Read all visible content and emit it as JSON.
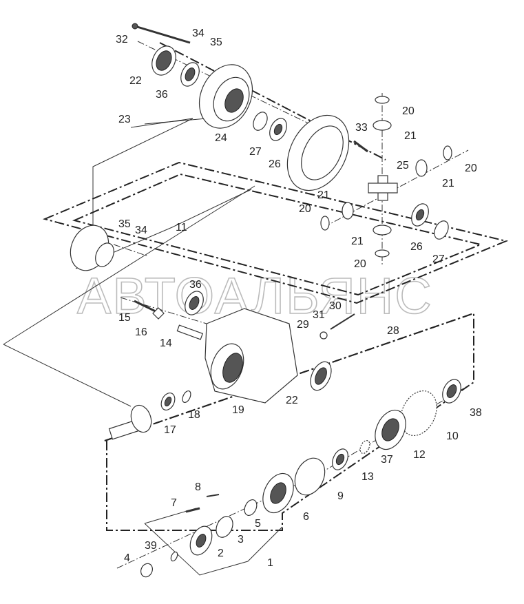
{
  "diagram": {
    "watermark": "АВТОАЛЬЯНС",
    "callouts": [
      {
        "id": "c1",
        "text": "1"
      },
      {
        "id": "c2",
        "text": "2"
      },
      {
        "id": "c3",
        "text": "3"
      },
      {
        "id": "c4",
        "text": "4"
      },
      {
        "id": "c5",
        "text": "5"
      },
      {
        "id": "c6",
        "text": "6"
      },
      {
        "id": "c7",
        "text": "7"
      },
      {
        "id": "c8",
        "text": "8"
      },
      {
        "id": "c9",
        "text": "9"
      },
      {
        "id": "c10",
        "text": "10"
      },
      {
        "id": "c11",
        "text": "11"
      },
      {
        "id": "c12",
        "text": "12"
      },
      {
        "id": "c13",
        "text": "13"
      },
      {
        "id": "c14",
        "text": "14"
      },
      {
        "id": "c15",
        "text": "15"
      },
      {
        "id": "c16",
        "text": "16"
      },
      {
        "id": "c17",
        "text": "17"
      },
      {
        "id": "c18",
        "text": "18"
      },
      {
        "id": "c19",
        "text": "19"
      },
      {
        "id": "c20a",
        "text": "20"
      },
      {
        "id": "c20b",
        "text": "20"
      },
      {
        "id": "c20c",
        "text": "20"
      },
      {
        "id": "c20d",
        "text": "20"
      },
      {
        "id": "c21a",
        "text": "21"
      },
      {
        "id": "c21b",
        "text": "21"
      },
      {
        "id": "c21c",
        "text": "21"
      },
      {
        "id": "c21d",
        "text": "21"
      },
      {
        "id": "c22a",
        "text": "22"
      },
      {
        "id": "c22b",
        "text": "22"
      },
      {
        "id": "c23",
        "text": "23"
      },
      {
        "id": "c24",
        "text": "24"
      },
      {
        "id": "c25",
        "text": "25"
      },
      {
        "id": "c26a",
        "text": "26"
      },
      {
        "id": "c26b",
        "text": "26"
      },
      {
        "id": "c27a",
        "text": "27"
      },
      {
        "id": "c27b",
        "text": "27"
      },
      {
        "id": "c28",
        "text": "28"
      },
      {
        "id": "c29",
        "text": "29"
      },
      {
        "id": "c30",
        "text": "30"
      },
      {
        "id": "c31",
        "text": "31"
      },
      {
        "id": "c32",
        "text": "32"
      },
      {
        "id": "c33",
        "text": "33"
      },
      {
        "id": "c34a",
        "text": "34"
      },
      {
        "id": "c34b",
        "text": "34"
      },
      {
        "id": "c35a",
        "text": "35"
      },
      {
        "id": "c35b",
        "text": "35"
      },
      {
        "id": "c36a",
        "text": "36"
      },
      {
        "id": "c36b",
        "text": "36"
      },
      {
        "id": "c37",
        "text": "37"
      },
      {
        "id": "c38",
        "text": "38"
      },
      {
        "id": "c39",
        "text": "39"
      }
    ]
  }
}
